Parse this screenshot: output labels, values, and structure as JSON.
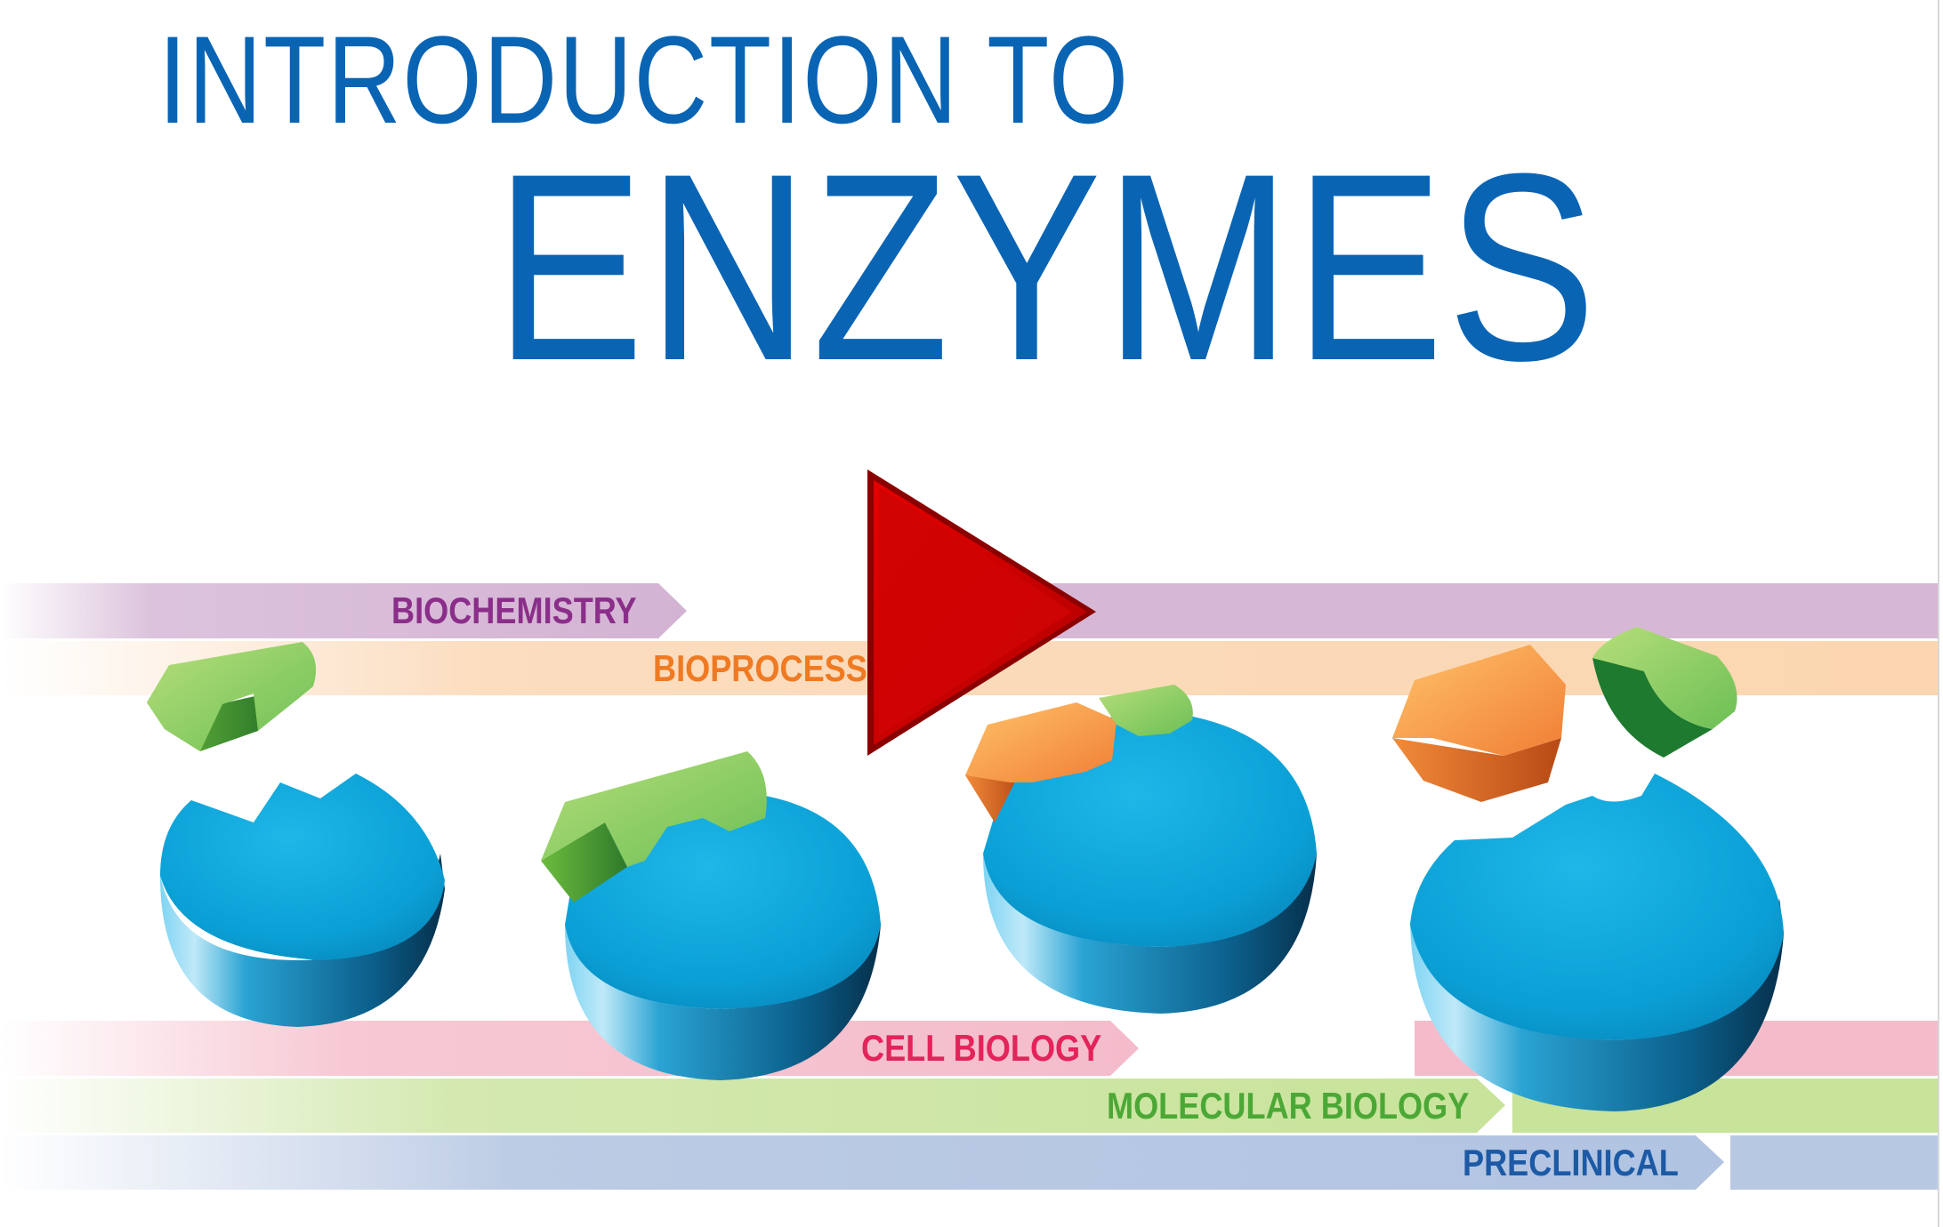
{
  "title": {
    "line1": "INTRODUCTION TO",
    "line2": "ENZYMES"
  },
  "bands": [
    {
      "label": "BIOCHEMISTRY",
      "color": "#8b2e8a",
      "fill": "#d8bcd8"
    },
    {
      "label": "BIOPROCESS",
      "color": "#ef7a22",
      "fill": "#fbd9b8"
    },
    {
      "label": "CELL BIOLOGY",
      "color": "#e3245a",
      "fill": "#f6c3cf"
    },
    {
      "label": "MOLECULAR BIOLOGY",
      "color": "#4ca836",
      "fill": "#cfe6a7"
    },
    {
      "label": "PRECLINICAL",
      "color": "#1d5aa6",
      "fill": "#b5c6e2"
    }
  ],
  "colors": {
    "title": "#0a64b4",
    "enzyme": "#1eaee0",
    "substrate_green": "#7cc55a",
    "substrate_orange": "#f39a45",
    "play": "#cc0000"
  },
  "icons": {
    "play": "play-icon"
  }
}
